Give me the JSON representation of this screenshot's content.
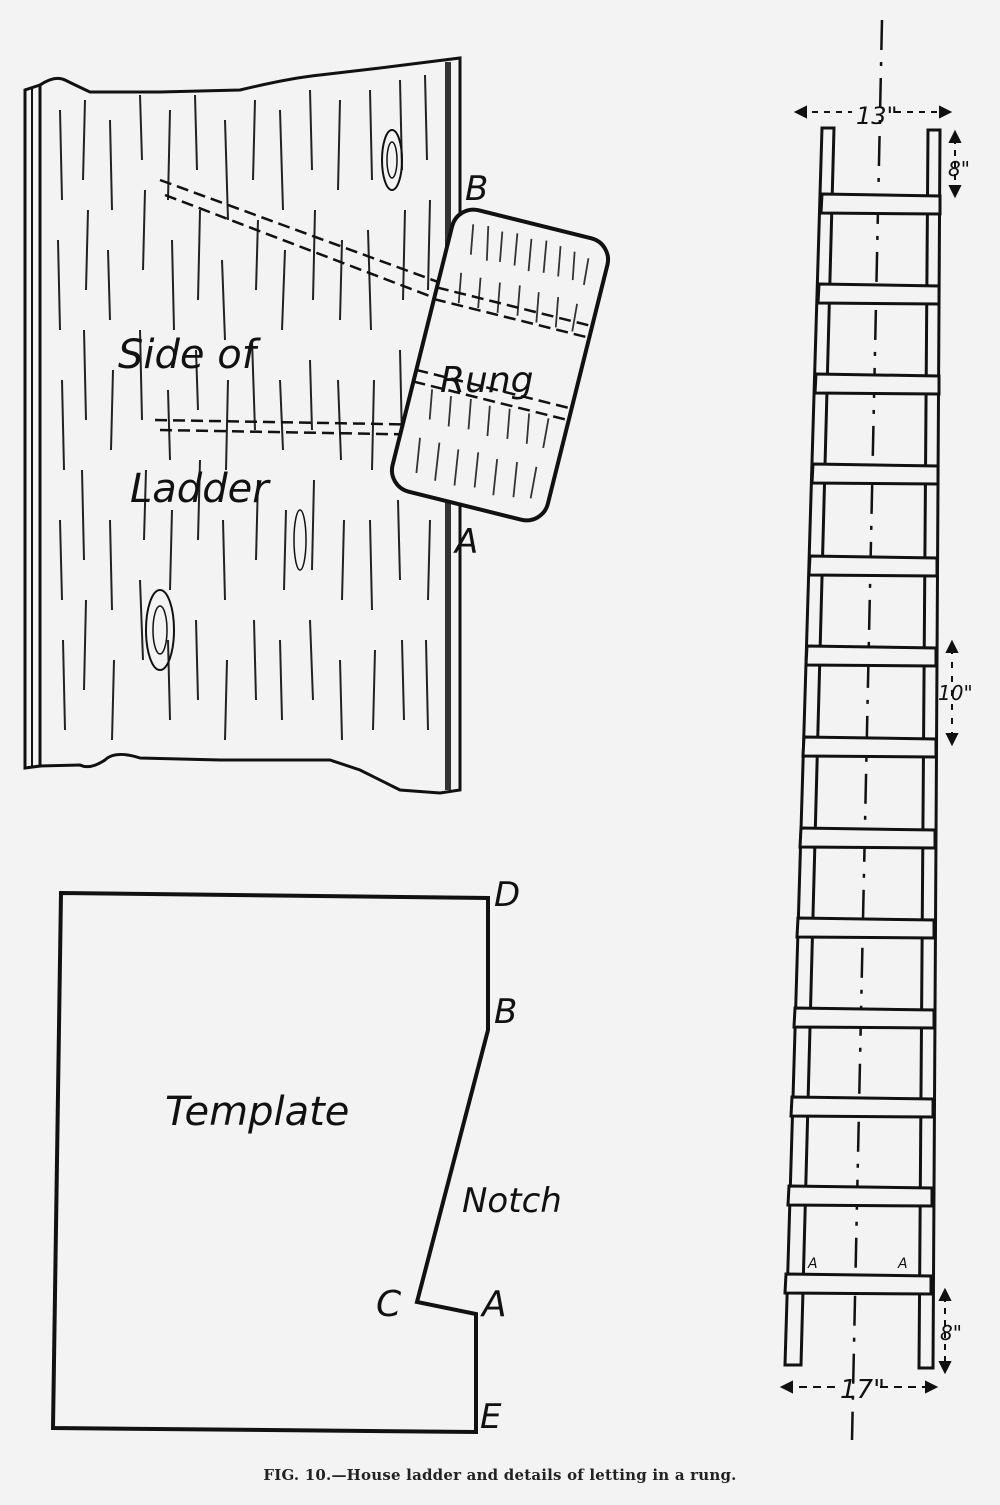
{
  "figure": {
    "number": "FIG. 10.",
    "caption": "FIG. 10.—House ladder and details of letting in a rung."
  },
  "side_detail": {
    "plank_label_line1": "Side of",
    "plank_label_line2": "Ladder",
    "rung_label": "Rung",
    "point_b": "B",
    "point_a": "A"
  },
  "template_detail": {
    "title": "Template",
    "notch_label": "Notch",
    "points": {
      "D": "D",
      "B": "B",
      "C": "C",
      "A": "A",
      "E": "E"
    }
  },
  "ladder_elevation": {
    "top_width": "13\"",
    "bottom_width": "17\"",
    "top_overhang": "8\"",
    "rung_spacing": "10\"",
    "bottom_overhang": "8\"",
    "rung_marker_left": "A",
    "rung_marker_right": "A",
    "rung_count": 13
  },
  "colors": {
    "ink": "#111111",
    "paper": "#f3f3f3"
  }
}
